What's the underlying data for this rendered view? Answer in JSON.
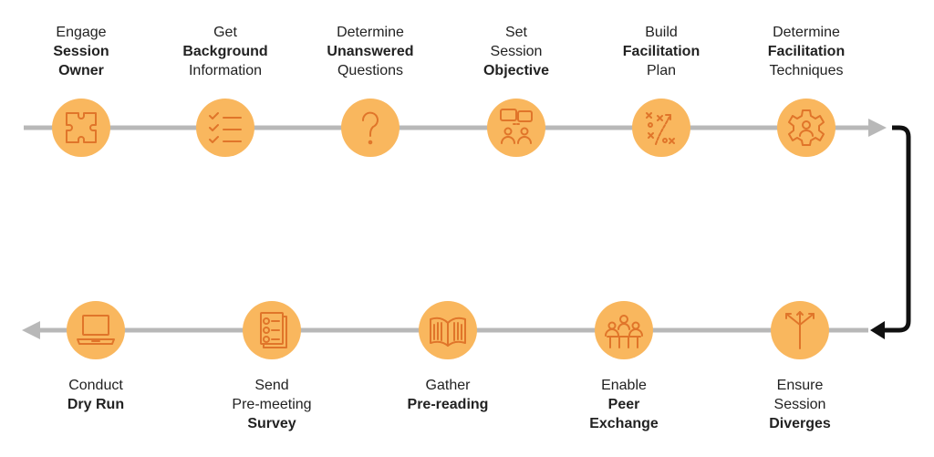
{
  "colors": {
    "track": "#b8b8b8",
    "circle": "#f9b75e",
    "icon_stroke": "#e0752a",
    "connector": "#111111",
    "text": "#222222"
  },
  "top_row": [
    {
      "lines": [
        {
          "text": "Engage",
          "bold": false
        },
        {
          "text": "Session",
          "bold": true
        },
        {
          "text": "Owner",
          "bold": true
        }
      ],
      "icon": "puzzle-icon"
    },
    {
      "lines": [
        {
          "text": "Get",
          "bold": false
        },
        {
          "text": "Background",
          "bold": true
        },
        {
          "text": "Information",
          "bold": false
        }
      ],
      "icon": "checklist-icon"
    },
    {
      "lines": [
        {
          "text": "Determine",
          "bold": false
        },
        {
          "text": "Unanswered",
          "bold": true
        },
        {
          "text": "Questions",
          "bold": false
        }
      ],
      "icon": "question-mark-icon"
    },
    {
      "lines": [
        {
          "text": "Set",
          "bold": false
        },
        {
          "text": "Session",
          "bold": false
        },
        {
          "text": "Objective",
          "bold": true
        }
      ],
      "icon": "people-chat-icon"
    },
    {
      "lines": [
        {
          "text": "Build",
          "bold": false
        },
        {
          "text": "Facilitation",
          "bold": true
        },
        {
          "text": "Plan",
          "bold": false
        }
      ],
      "icon": "strategy-play-icon"
    },
    {
      "lines": [
        {
          "text": "Determine",
          "bold": false
        },
        {
          "text": "Facilitation",
          "bold": true
        },
        {
          "text": "Techniques",
          "bold": false
        }
      ],
      "icon": "gear-person-icon"
    }
  ],
  "bottom_row": [
    {
      "lines": [
        {
          "text": "Conduct",
          "bold": false
        },
        {
          "text": "Dry Run",
          "bold": true
        }
      ],
      "icon": "laptop-icon"
    },
    {
      "lines": [
        {
          "text": "Send",
          "bold": false
        },
        {
          "text": "Pre-meeting",
          "bold": false
        },
        {
          "text": "Survey",
          "bold": true
        }
      ],
      "icon": "survey-icon"
    },
    {
      "lines": [
        {
          "text": "Gather",
          "bold": false
        },
        {
          "text": "Pre-reading",
          "bold": true
        }
      ],
      "icon": "open-book-icon"
    },
    {
      "lines": [
        {
          "text": "Enable",
          "bold": false
        },
        {
          "text": "Peer",
          "bold": true
        },
        {
          "text": "Exchange",
          "bold": true
        }
      ],
      "icon": "meeting-table-icon"
    },
    {
      "lines": [
        {
          "text": "Ensure",
          "bold": false
        },
        {
          "text": "Session",
          "bold": false
        },
        {
          "text": "Diverges",
          "bold": true
        }
      ],
      "icon": "diverging-arrows-icon"
    }
  ]
}
